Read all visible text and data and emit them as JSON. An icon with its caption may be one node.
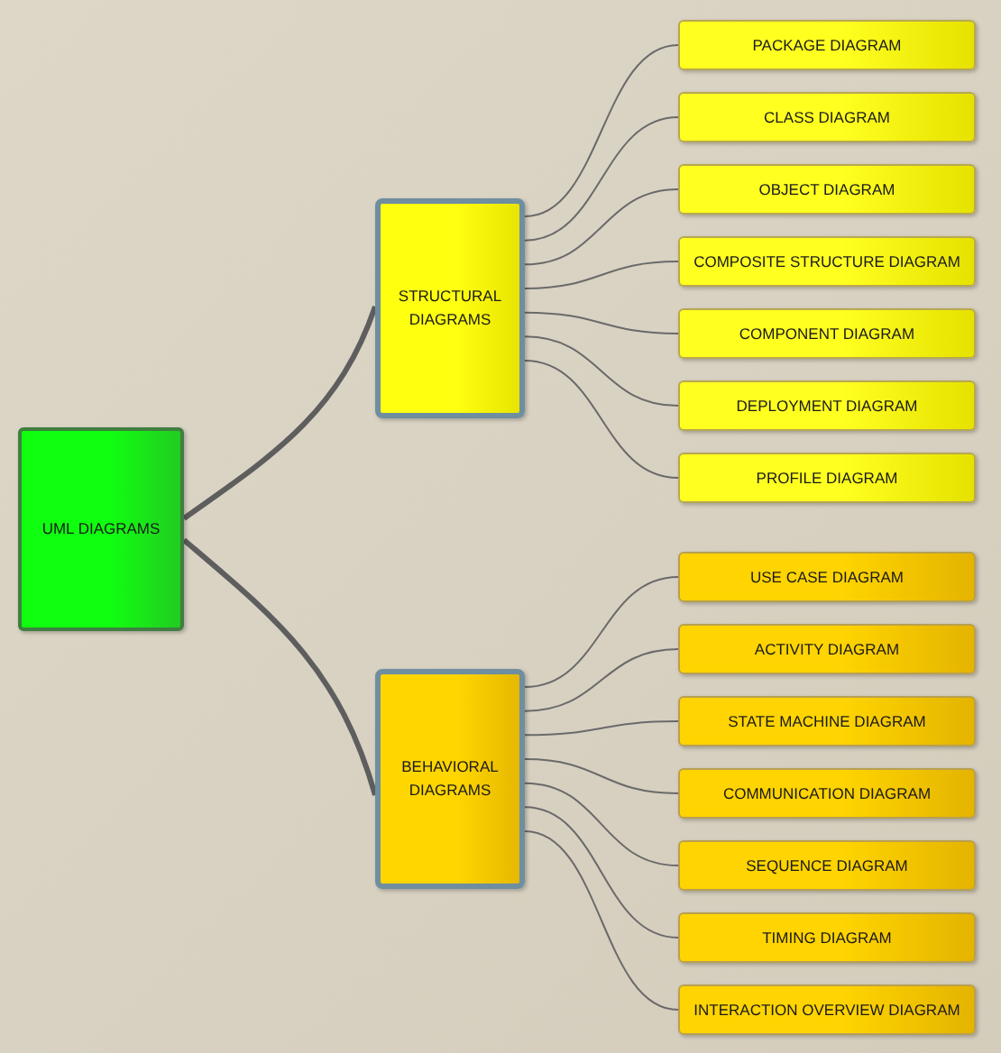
{
  "diagram": {
    "nodes": [
      {
        "text": [
          "UML DIAGRAMS"
        ]
      },
      {
        "text": [
          "STRUCTURAL DIAGRAMS"
        ]
      },
      {
        "text": [
          "PACKAGE DIAGRAM"
        ]
      },
      {
        "text": [
          "CLASS DIAGRAM"
        ]
      },
      {
        "text": [
          "OBJECT DIAGRAM"
        ]
      },
      {
        "text": [
          "COMPOSITE STRUCTURE DIAGRAM"
        ]
      },
      {
        "text": [
          "COMPONENT DIAGRAM"
        ]
      },
      {
        "text": [
          "DEPLOYMENT DIAGRAM"
        ]
      },
      {
        "text": [
          "PROFILE DIAGRAM"
        ]
      },
      {
        "text": [
          "BEHAVIORAL DIAGRAMS"
        ]
      },
      {
        "text": [
          "USE CASE DIAGRAM"
        ]
      },
      {
        "text": [
          "ACTIVITY DIAGRAM"
        ]
      },
      {
        "text": [
          "STATE MACHINE DIAGRAM"
        ]
      },
      {
        "text": [
          "COMMUNICATION DIAGRAM"
        ]
      },
      {
        "text": [
          "SEQUENCE DIAGRAM"
        ]
      },
      {
        "text": [
          "TIMING DIAGRAM"
        ]
      },
      {
        "text": [
          "INTERACTION OVERVIEW DIAGRAM"
        ]
      }
    ],
    "edges": [
      {
        "from": 0,
        "to": 1,
        "arrow": "none",
        "style": "thick"
      },
      {
        "from": 0,
        "to": 9,
        "arrow": "none",
        "style": "thick"
      },
      {
        "from": 1,
        "to": 2,
        "arrow": "none"
      },
      {
        "from": 1,
        "to": 3,
        "arrow": "none"
      },
      {
        "from": 1,
        "to": 4,
        "arrow": "none"
      },
      {
        "from": 1,
        "to": 5,
        "arrow": "none"
      },
      {
        "from": 1,
        "to": 6,
        "arrow": "none"
      },
      {
        "from": 1,
        "to": 7,
        "arrow": "none"
      },
      {
        "from": 1,
        "to": 8,
        "arrow": "none"
      },
      {
        "from": 9,
        "to": 10,
        "arrow": "none"
      },
      {
        "from": 9,
        "to": 11,
        "arrow": "none"
      },
      {
        "from": 9,
        "to": 12,
        "arrow": "none"
      },
      {
        "from": 9,
        "to": 13,
        "arrow": "none"
      },
      {
        "from": 9,
        "to": 14,
        "arrow": "none"
      },
      {
        "from": 9,
        "to": 15,
        "arrow": "none"
      },
      {
        "from": 9,
        "to": 16,
        "arrow": "none"
      }
    ]
  }
}
